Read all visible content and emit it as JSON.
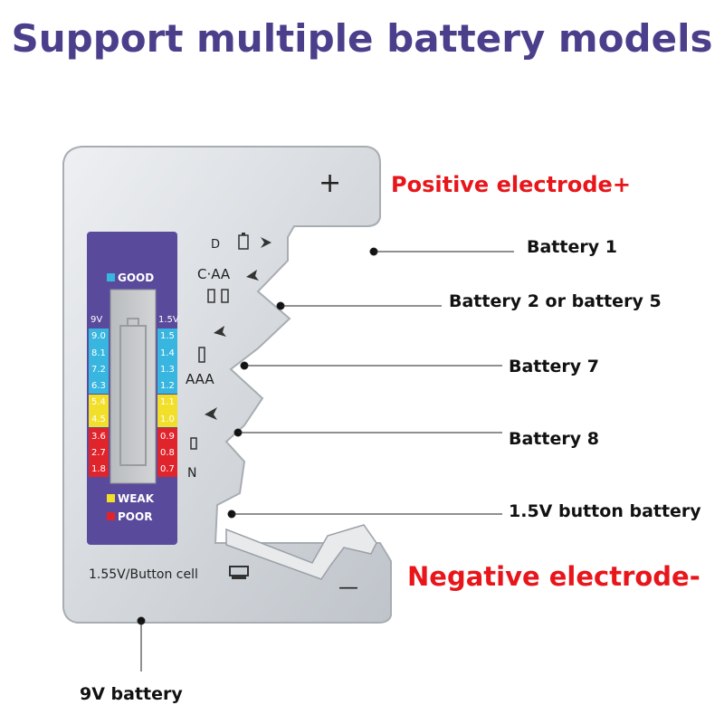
{
  "headline": "Support multiple battery models",
  "electrodes": {
    "positive": "Positive electrode+",
    "negative": "Negative electrode-"
  },
  "callouts": {
    "battery_1": "Battery 1",
    "battery_2_5": "Battery 2 or battery 5",
    "battery_7": "Battery 7",
    "battery_8": "Battery 8",
    "button": "1.5V button battery",
    "nine_volt": "9V battery"
  },
  "device": {
    "plus_symbol": "+",
    "minus_symbol": "—",
    "bottom_label": "1.55V/Button cell",
    "slot_labels": {
      "d": "D",
      "caa": "C·AA",
      "aaa": "AAA",
      "n": "N"
    },
    "meter": {
      "good": "GOOD",
      "weak": "WEAK",
      "poor": "POOR",
      "left_header": "9V",
      "right_header": "1.5V",
      "left_scale": [
        "9.0",
        "8.1",
        "7.2",
        "6.3",
        "5.4",
        "4.5",
        "3.6",
        "2.7",
        "1.8"
      ],
      "right_scale": [
        "1.5",
        "1.4",
        "1.3",
        "1.2",
        "1.1",
        "1.0",
        "0.9",
        "0.8",
        "0.7"
      ]
    }
  },
  "colors": {
    "headline": "#4b3f8c",
    "electrode_text": "#e8161b",
    "meter_panel": "#5a4a9c",
    "good": "#38b6e0",
    "weak": "#f2df2a",
    "poor": "#e0242c"
  }
}
